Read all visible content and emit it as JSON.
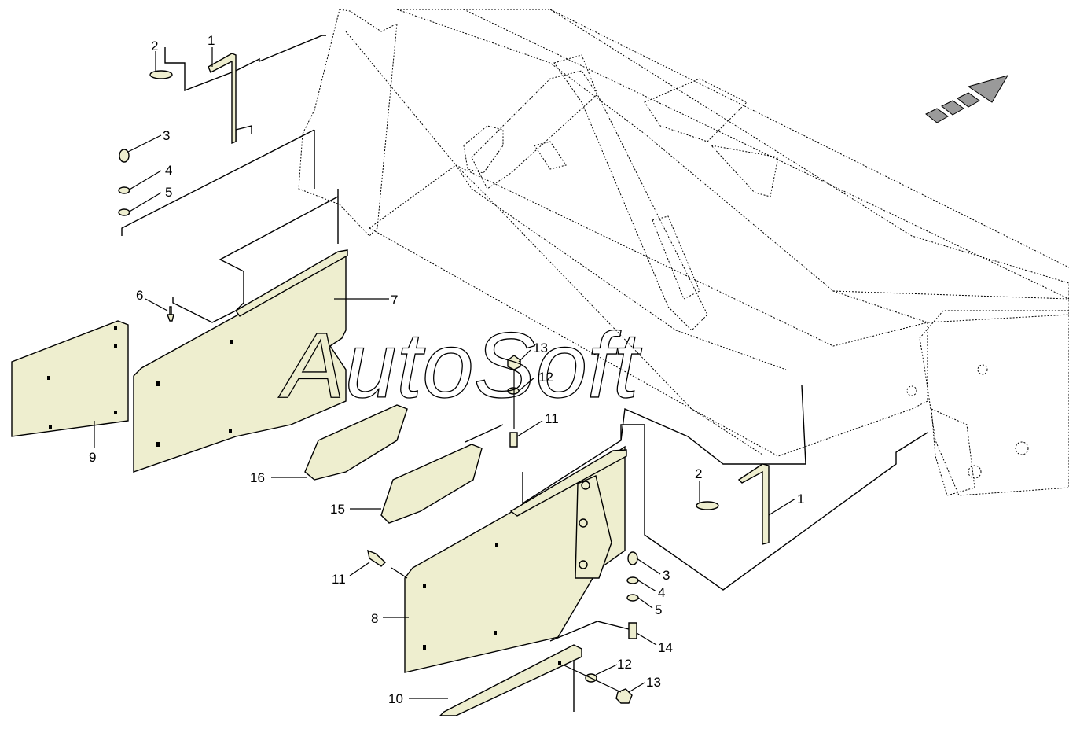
{
  "watermark": "AutoSoft",
  "callouts": {
    "c1a": "1",
    "c2a": "2",
    "c3a": "3",
    "c4a": "4",
    "c5a": "5",
    "c6": "6",
    "c7": "7",
    "c9": "9",
    "c13a": "13",
    "c12a": "12",
    "c11a": "11",
    "c16": "16",
    "c15": "15",
    "c2b": "2",
    "c1b": "1",
    "c11b": "11",
    "c3b": "3",
    "c4b": "4",
    "c5b": "5",
    "c8": "8",
    "c14": "14",
    "c12b": "12",
    "c13b": "13",
    "c10": "10"
  },
  "colors": {
    "part_fill": "#eeeecf",
    "line": "#000000",
    "arrow_fill": "#9a9a9a"
  },
  "icons": {
    "direction": "travel-direction-arrow-icon"
  }
}
